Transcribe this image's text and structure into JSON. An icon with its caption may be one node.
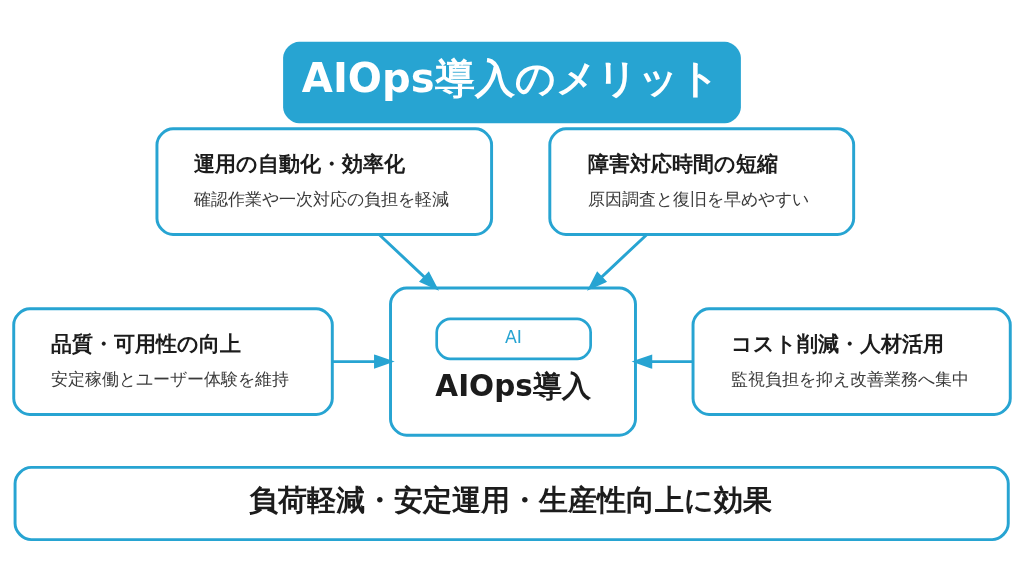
{
  "diagram": {
    "title": "AIOps導入のメリット",
    "nodes": [
      {
        "text": [
          "運用の自動化・効率化",
          "確認作業や一次対応の負担を軽減"
        ]
      },
      {
        "text": [
          "障害対応時間の短縮",
          "原因調査と復旧を早めやすい"
        ]
      },
      {
        "text": [
          "AI",
          "AIOps導入"
        ]
      },
      {
        "text": [
          "品質・可用性の向上",
          "安定稼働とユーザー体験を維持"
        ]
      },
      {
        "text": [
          "コスト削減・人材活用",
          "監視負担を抑え改善業務へ集中"
        ]
      },
      {
        "text": [
          "負荷軽減・安定運用・生産性向上に効果"
        ]
      }
    ],
    "edges": [
      {
        "from": 0,
        "to": 2,
        "arrow": "to"
      },
      {
        "from": 1,
        "to": 2,
        "arrow": "to"
      },
      {
        "from": 3,
        "to": 2,
        "arrow": "to"
      },
      {
        "from": 4,
        "to": 2,
        "arrow": "to"
      }
    ]
  }
}
